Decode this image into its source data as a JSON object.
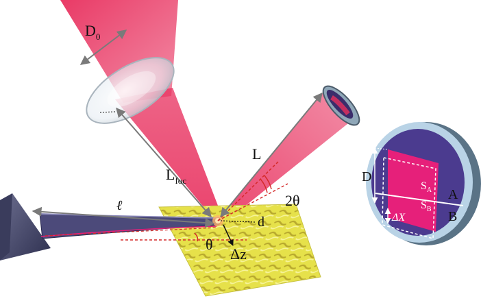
{
  "labels": {
    "beam_diameter": {
      "main": "D",
      "sub": "0"
    },
    "focal_length": {
      "main": "L",
      "sub": "foc"
    },
    "detector_distance": "L",
    "cantilever_length": "ℓ",
    "deflection_angle": "2θ",
    "tilt_angle": "θ",
    "tip_height": "d",
    "displacement": "Δz",
    "detector_spot_size": "D",
    "segment_a_signal": {
      "main": "S",
      "sub": "A"
    },
    "segment_b_signal": {
      "main": "S",
      "sub": "B"
    },
    "segment_a": "A",
    "segment_b": "B",
    "spot_shift": "ΔX"
  },
  "colors": {
    "laser": "#e8305e",
    "detector_face": "#4b3b8f",
    "detector_ring": "#b9d3e6",
    "spot": "#e6207a",
    "sample": "#e6e14a",
    "cantilever": "#4c4a7a",
    "base": "#4a4c6e",
    "arrow": "#7a7a7a",
    "dashed_red": "#d42a2a"
  }
}
